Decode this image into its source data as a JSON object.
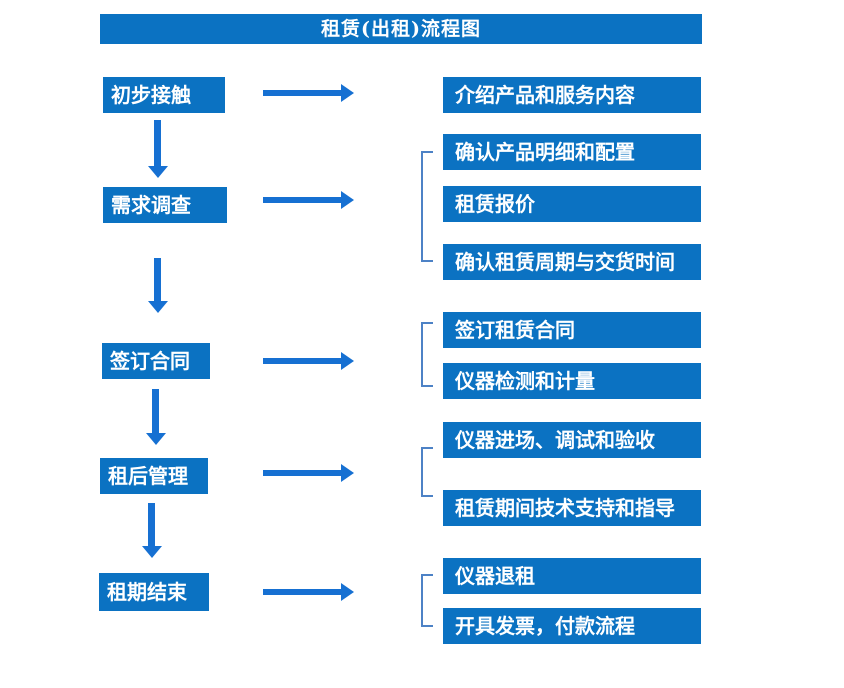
{
  "title": "租赁(出租)流程图",
  "colors": {
    "box_blue": "#0B72C2",
    "arrow_blue": "#1670D2",
    "bracket_blue": "#4D82C6",
    "text_white": "#FFFFFF"
  },
  "steps": [
    {
      "label": "初步接触",
      "outputs": [
        "介绍产品和服务内容"
      ]
    },
    {
      "label": "需求调查",
      "outputs": [
        "确认产品明细和配置",
        "租赁报价",
        "确认租赁周期与交货时间"
      ]
    },
    {
      "label": "签订合同",
      "outputs": [
        "签订租赁合同",
        "仪器检测和计量"
      ]
    },
    {
      "label": "租后管理",
      "outputs": [
        "仪器进场、调试和验收",
        "租赁期间技术支持和指导"
      ]
    },
    {
      "label": "租期结束",
      "outputs": [
        "仪器退租",
        "开具发票，付款流程"
      ]
    }
  ]
}
